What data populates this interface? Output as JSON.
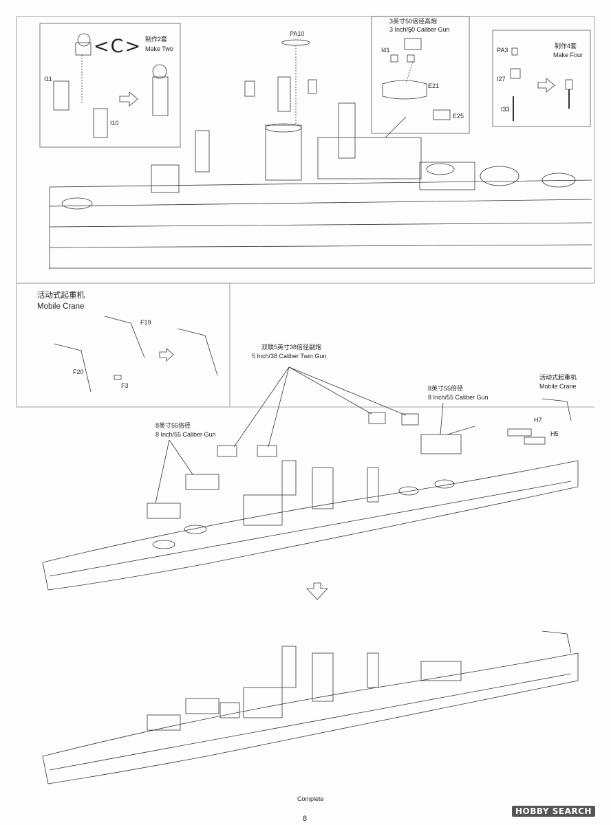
{
  "page_number": "8",
  "complete_caption": "Complete",
  "watermark_text": "HOBBY SEARCH",
  "top_section": {
    "subassembly_c": {
      "symbol": "<C>",
      "qty_cn": "制作2套",
      "qty_en": "Make Two",
      "parts": [
        "I11",
        "I10"
      ]
    },
    "gun_3in": {
      "title_cn": "3英寸50倍径高炮",
      "title_en": "3 Inch/50 Caliber Gun",
      "parts": [
        "I41",
        "E21",
        "E25"
      ]
    },
    "pa_sub": {
      "qty_cn": "制作4套",
      "qty_en": "Make Four",
      "parts": [
        "PA3",
        "I27",
        "I33"
      ]
    },
    "pa10": "PA10"
  },
  "crane_box": {
    "title_cn": "活动式起重机",
    "title_en": "Mobile Crane",
    "parts": [
      "F19",
      "F20",
      "F3"
    ]
  },
  "middle_section": {
    "twin_gun_cn": "双联5英寸38倍径副炮",
    "twin_gun_en": "5 Inch/38 Caliber Twin Gun",
    "gun8_right_cn": "8英寸55倍径",
    "gun8_right_en": "8 Inch/55 Caliber Gun",
    "gun8_left_cn": "8英寸55倍径",
    "gun8_left_en": "8 Inch/55 Caliber Gun",
    "crane_cn": "活动式起重机",
    "crane_en": "Mobile Crane",
    "parts": [
      "H7",
      "H5"
    ]
  }
}
